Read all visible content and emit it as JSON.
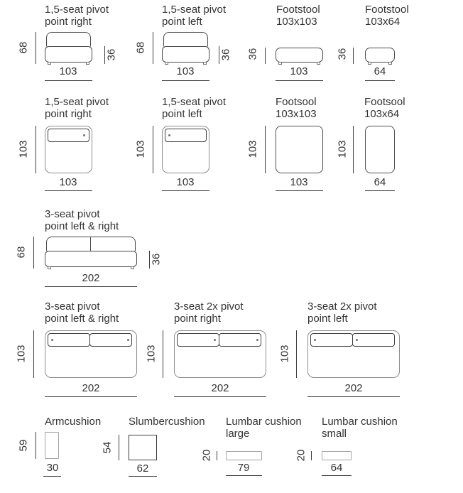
{
  "page": {
    "background": "#ffffff"
  },
  "colors": {
    "text": "#333333",
    "dim_line": "#3d3d3d",
    "outline_dark": "#4a4a4a",
    "outline_gray": "#8c8c8c",
    "cushion_gray_border": "#a3a3a3"
  },
  "items": [
    {
      "title": "1,5-seat pivot\npoint right",
      "height": "68",
      "side": "36",
      "width": "103"
    },
    {
      "title": "1,5-seat pivot\npoint left",
      "height": "68",
      "side": "36",
      "width": "103"
    },
    {
      "title": "Footstool\n103x103",
      "height": "36",
      "width": "103"
    },
    {
      "title": "Footstool\n103x64",
      "height": "36",
      "width": "64"
    },
    {
      "title": "1,5-seat pivot\npoint right",
      "height": "103",
      "width": "103"
    },
    {
      "title": "1,5-seat pivot\npoint left",
      "height": "103",
      "width": "103"
    },
    {
      "title": "Footsool\n103x103",
      "height": "103",
      "width": "103"
    },
    {
      "title": "Footsool\n103x64",
      "height": "103",
      "width": "64"
    },
    {
      "title": "3-seat pivot\npoint left & right",
      "height": "68",
      "side": "36",
      "width": "202"
    },
    {
      "title": "3-seat pivot\npoint left & right",
      "height": "103",
      "width": "202"
    },
    {
      "title": "3-seat 2x pivot\npoint right",
      "height": "103",
      "width": "202"
    },
    {
      "title": "3-seat 2x pivot\npoint left",
      "height": "103",
      "width": "202"
    },
    {
      "title": "Armcushion",
      "height": "59",
      "width": "30"
    },
    {
      "title": "Slumbercushion",
      "height": "54",
      "width": "62"
    },
    {
      "title": "Lumbar cushion\nlarge",
      "height": "20",
      "width": "79"
    },
    {
      "title": "Lumbar cushion\nsmall",
      "height": "20",
      "width": "64"
    }
  ]
}
